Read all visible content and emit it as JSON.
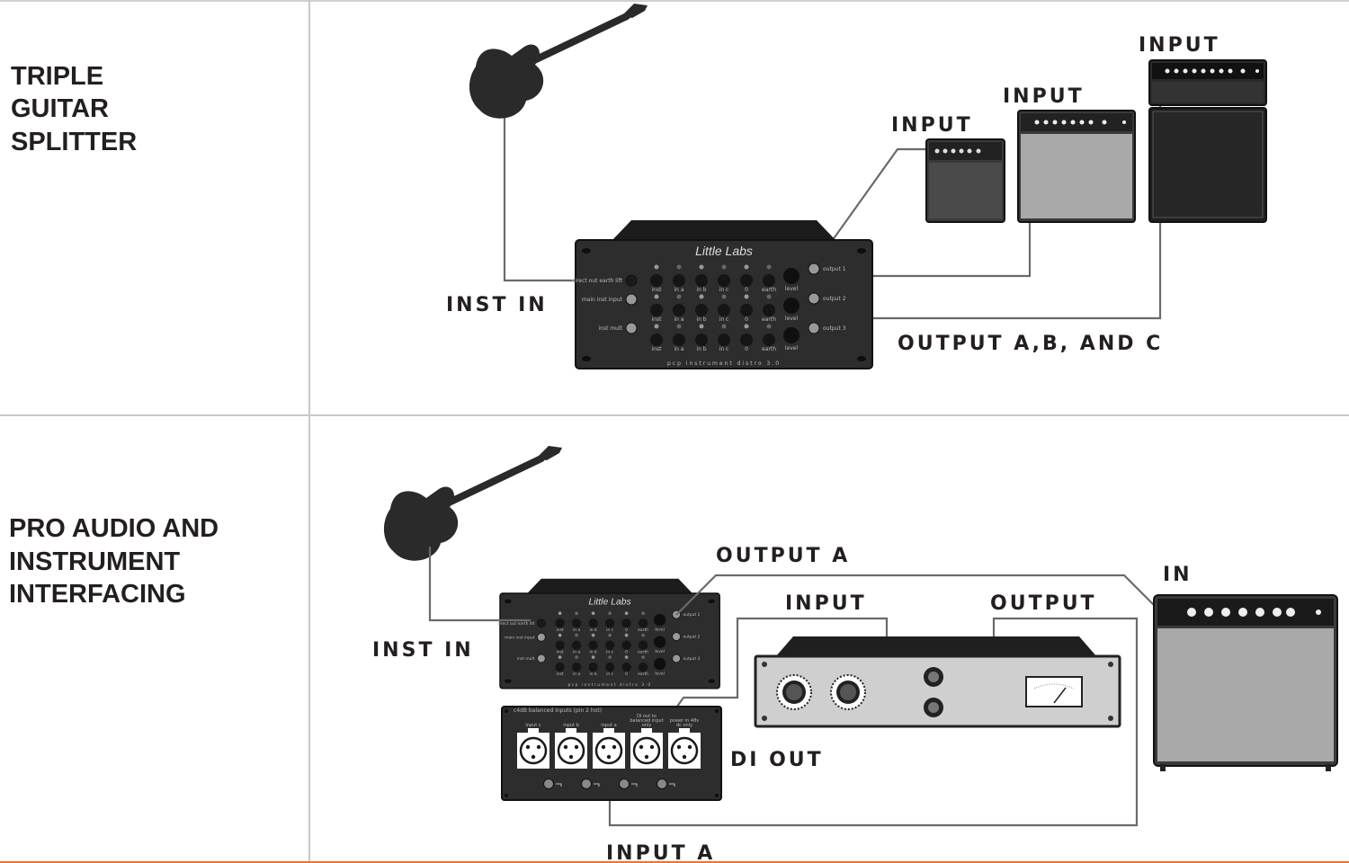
{
  "sections": [
    {
      "title_lines": [
        "TRIPLE",
        "GUITAR",
        "SPLITTER"
      ],
      "labels": {
        "input_1": "INPUT",
        "input_2": "INPUT",
        "input_3": "INPUT",
        "inst_in": "INST IN",
        "outputs": "OUTPUT A,B, AND C"
      }
    },
    {
      "title_lines": [
        "PRO AUDIO AND",
        "INSTRUMENT",
        "INTERFACING"
      ],
      "labels": {
        "output_a": "OUTPUT A",
        "input": "INPUT",
        "output": "OUTPUT",
        "in": "IN",
        "inst_in": "INST IN",
        "di_out": "DI OUT",
        "input_a": "INPUT A"
      }
    }
  ],
  "distro": {
    "brand": "Little Labs",
    "model": "pcp instrument distro 3.0",
    "left_jacks": [
      "direct out earth lift",
      "main inst input",
      "inst mult"
    ],
    "switch_labels": [
      "inst",
      "in a",
      "in b",
      "in c",
      "0",
      "earth"
    ],
    "level_label": "level",
    "outputs": [
      "output 1",
      "output 2",
      "output 3"
    ]
  },
  "di_box": {
    "header": "c4dB balanced inputs (pin 2 hot)",
    "connectors": [
      "input c",
      "input b",
      "input a",
      "DI out to balanced input only",
      "power in 48v dc only"
    ]
  },
  "colors": {
    "text": "#231f20",
    "cable": "#6a6a6a",
    "device_dark": "#2b2b2b",
    "amp_grey": "#a9a9a9",
    "divider": "#c8c8c8",
    "bottom_rule": "#e8743b"
  }
}
